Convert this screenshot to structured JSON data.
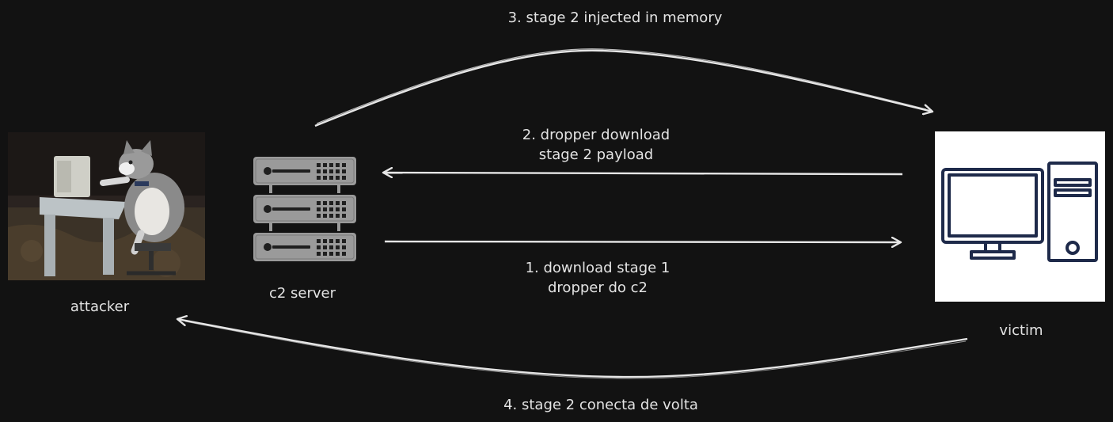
{
  "nodes": {
    "attacker": {
      "label": "attacker",
      "icon": "cat-at-computer-photo"
    },
    "c2": {
      "label": "c2 server",
      "icon": "server-rack-icon"
    },
    "victim": {
      "label": "victim",
      "icon": "desktop-computer-icon"
    }
  },
  "edges": [
    {
      "from": "c2",
      "to": "victim",
      "lines": [
        "1. download stage 1",
        "dropper do c2"
      ]
    },
    {
      "from": "victim",
      "to": "c2",
      "lines": [
        "2. dropper download",
        "stage 2 payload"
      ]
    },
    {
      "from": "c2",
      "to": "victim",
      "lines": [
        "3. stage 2 injected in memory"
      ]
    },
    {
      "from": "victim",
      "to": "attacker",
      "lines": [
        "4. stage 2 conecta de volta"
      ]
    }
  ],
  "colors": {
    "background": "#121212",
    "stroke": "#e6e6e6",
    "text": "#e3e3e3",
    "server": "#9a9a9a",
    "victim_icon": "#1e2a4a"
  }
}
